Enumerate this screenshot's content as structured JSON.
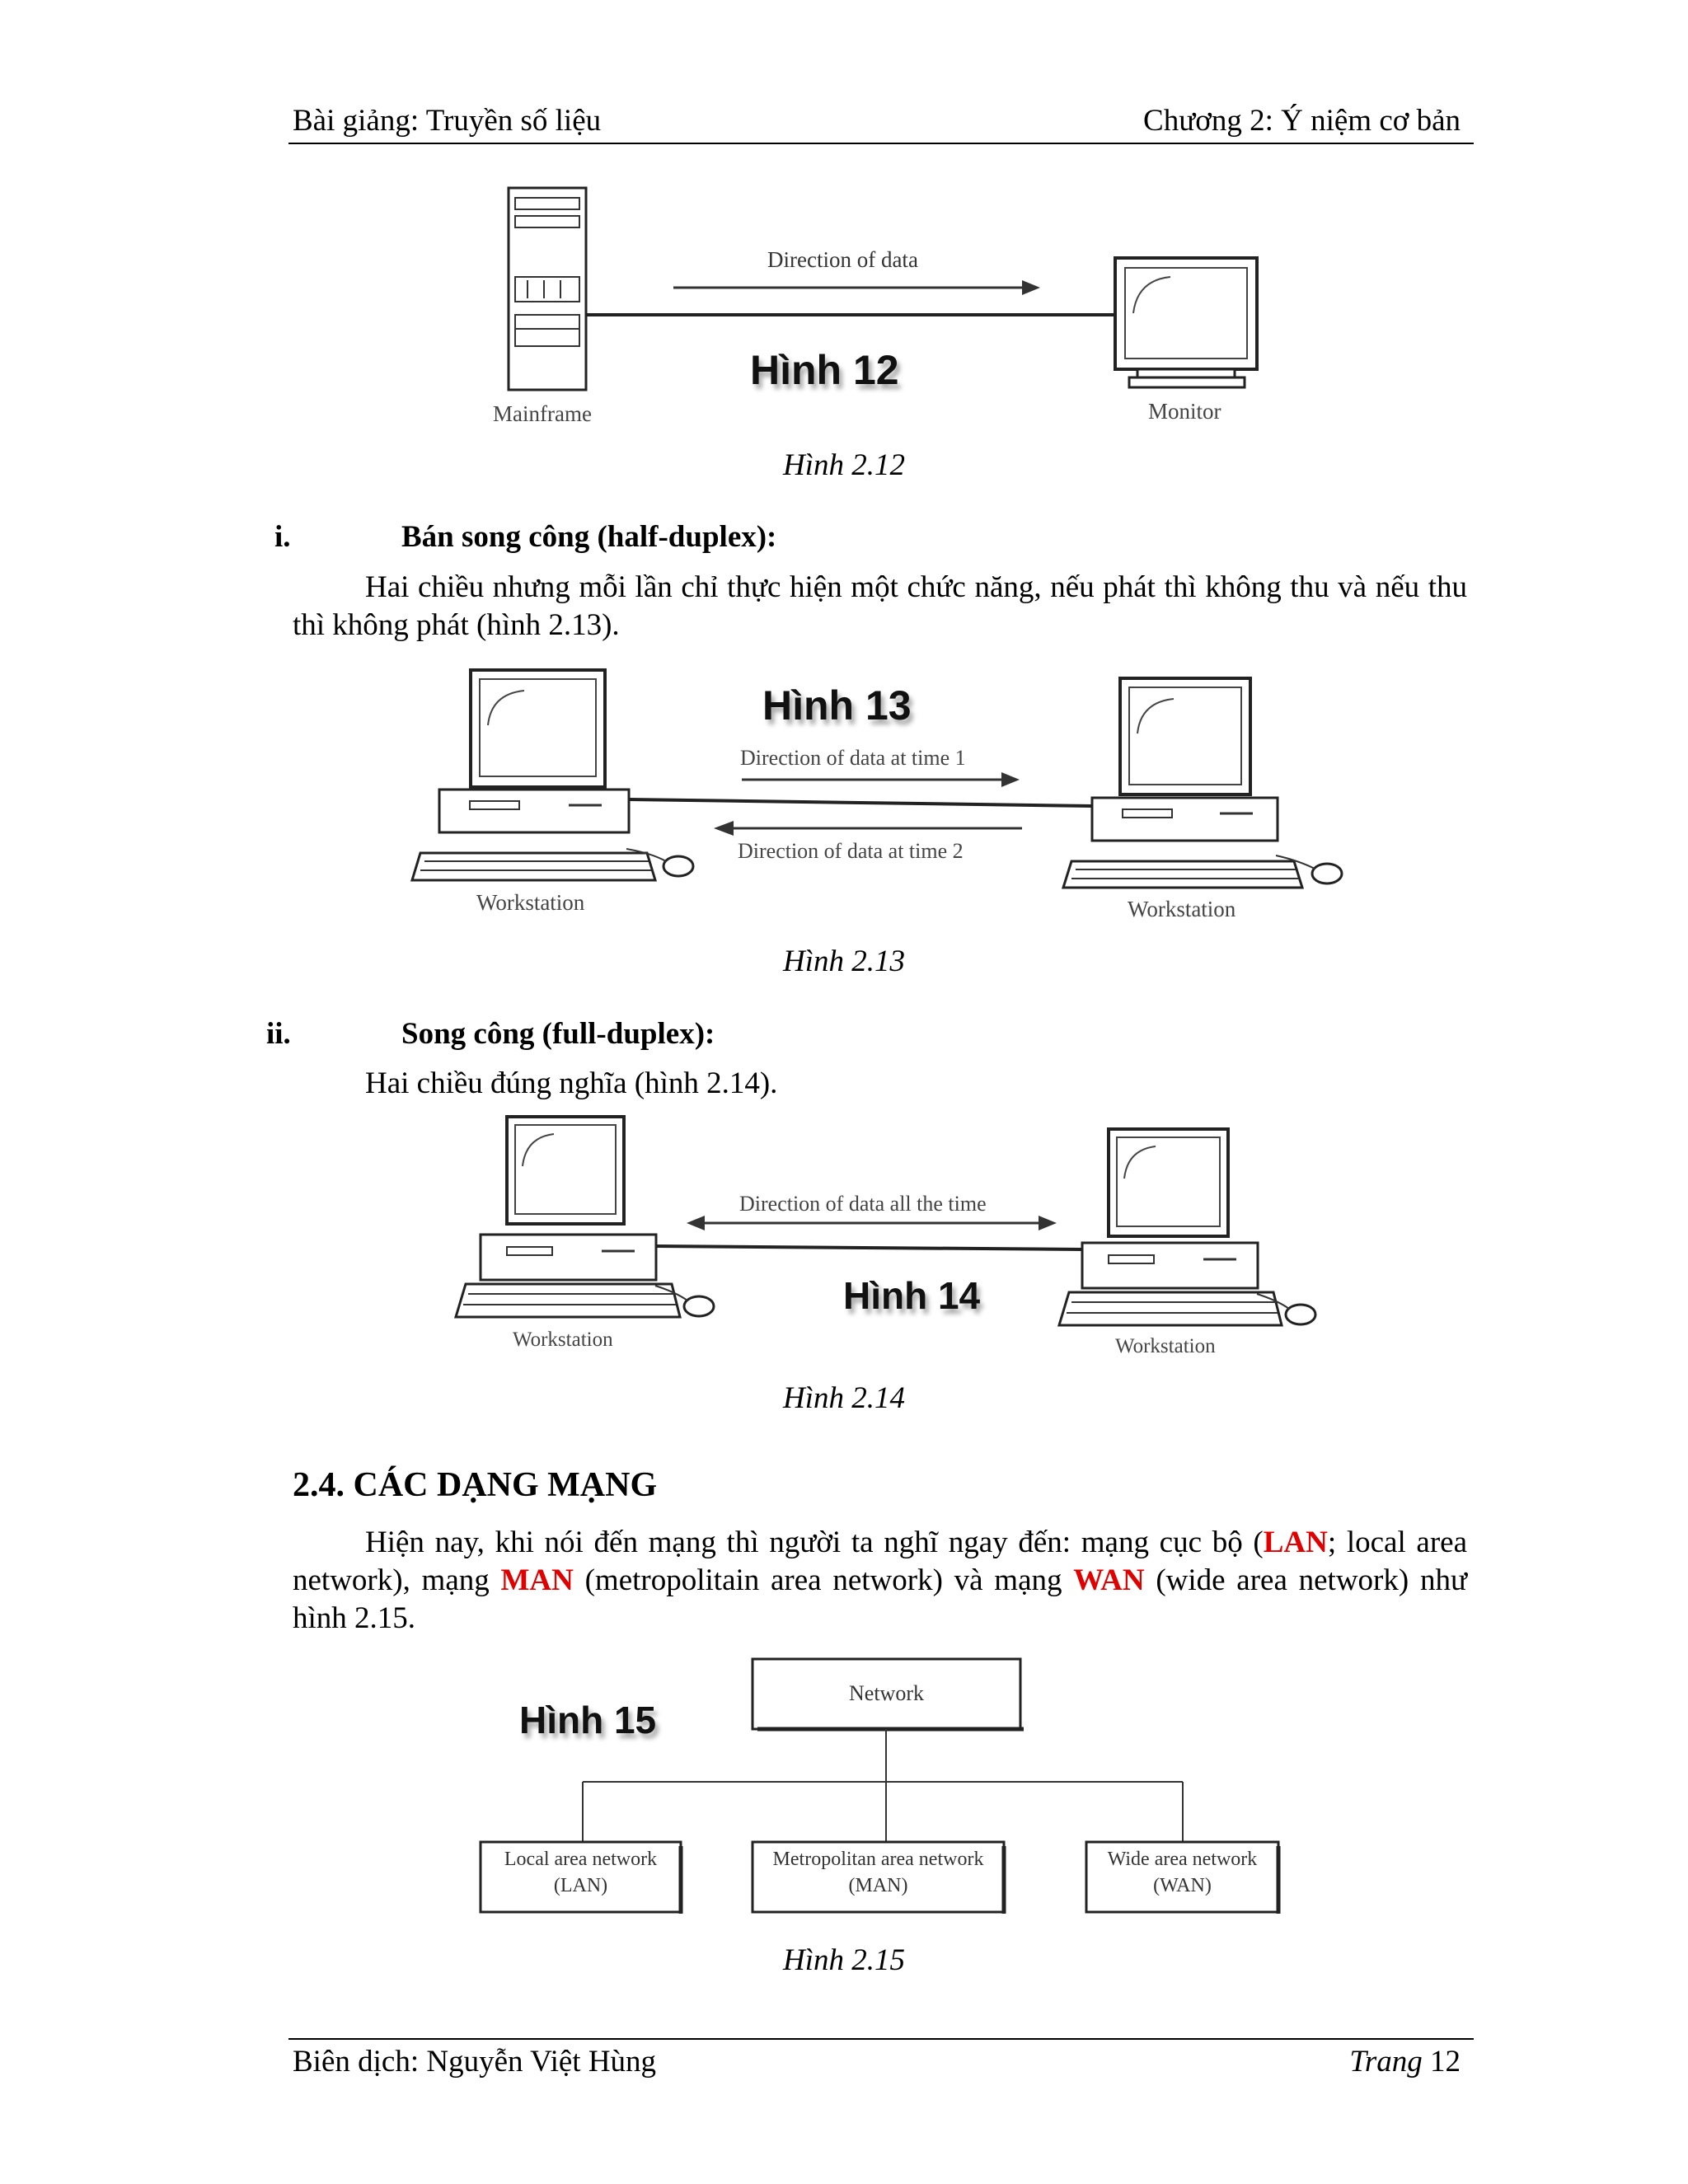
{
  "header": {
    "left": "Bài giảng: Truyền số liệu",
    "right": "Chương 2: Ý niệm cơ bản"
  },
  "footer": {
    "left": "Biên dịch: Nguyễn Việt Hùng",
    "page_word": "Trang",
    "page_number": "12"
  },
  "figure_12": {
    "arrow_label": "Direction of data",
    "overlay": "Hình 12",
    "left_label": "Mainframe",
    "right_label": "Monitor",
    "caption": "Hình 2.12"
  },
  "section_i": {
    "number": "i.",
    "title": "Bán song công (half-duplex):",
    "text": "Hai chiều nhưng mỗi lần chỉ thực hiện một chức năng, nếu phát thì không thu và nếu thu thì không phát (hình 2.13)."
  },
  "figure_13": {
    "overlay": "Hình 13",
    "arrow_label_1": "Direction of data at time 1",
    "arrow_label_2": "Direction of data at time 2",
    "left_label": "Workstation",
    "right_label": "Workstation",
    "caption": "Hình 2.13"
  },
  "section_ii": {
    "number": "ii.",
    "title": "Song công (full-duplex):",
    "text": "Hai chiều đúng nghĩa (hình 2.14)."
  },
  "figure_14": {
    "arrow_label": "Direction of data all the time",
    "overlay": "Hình 14",
    "left_label": "Workstation",
    "right_label": "Workstation",
    "caption": "Hình 2.14"
  },
  "section_2_4": {
    "heading": "2.4. CÁC DẠNG MẠNG",
    "p1": "Hiện nay, khi nói đến mạng thì người ta nghĩ ngay đến: mạng cục bộ (",
    "lan": "LAN",
    "p2": "; local area network), mạng ",
    "man": "MAN",
    "p3": " (metropolitain area network) và mạng ",
    "wan": "WAN",
    "p4": " (wide area network) như hình 2.15."
  },
  "figure_15": {
    "overlay": "Hình 15",
    "root": "Network",
    "lan_line1": "Local area network",
    "lan_line2": "(LAN)",
    "man_line1": "Metropolitan area network",
    "man_line2": "(MAN)",
    "wan_line1": "Wide area network",
    "wan_line2": "(WAN)",
    "caption": "Hình 2.15"
  }
}
